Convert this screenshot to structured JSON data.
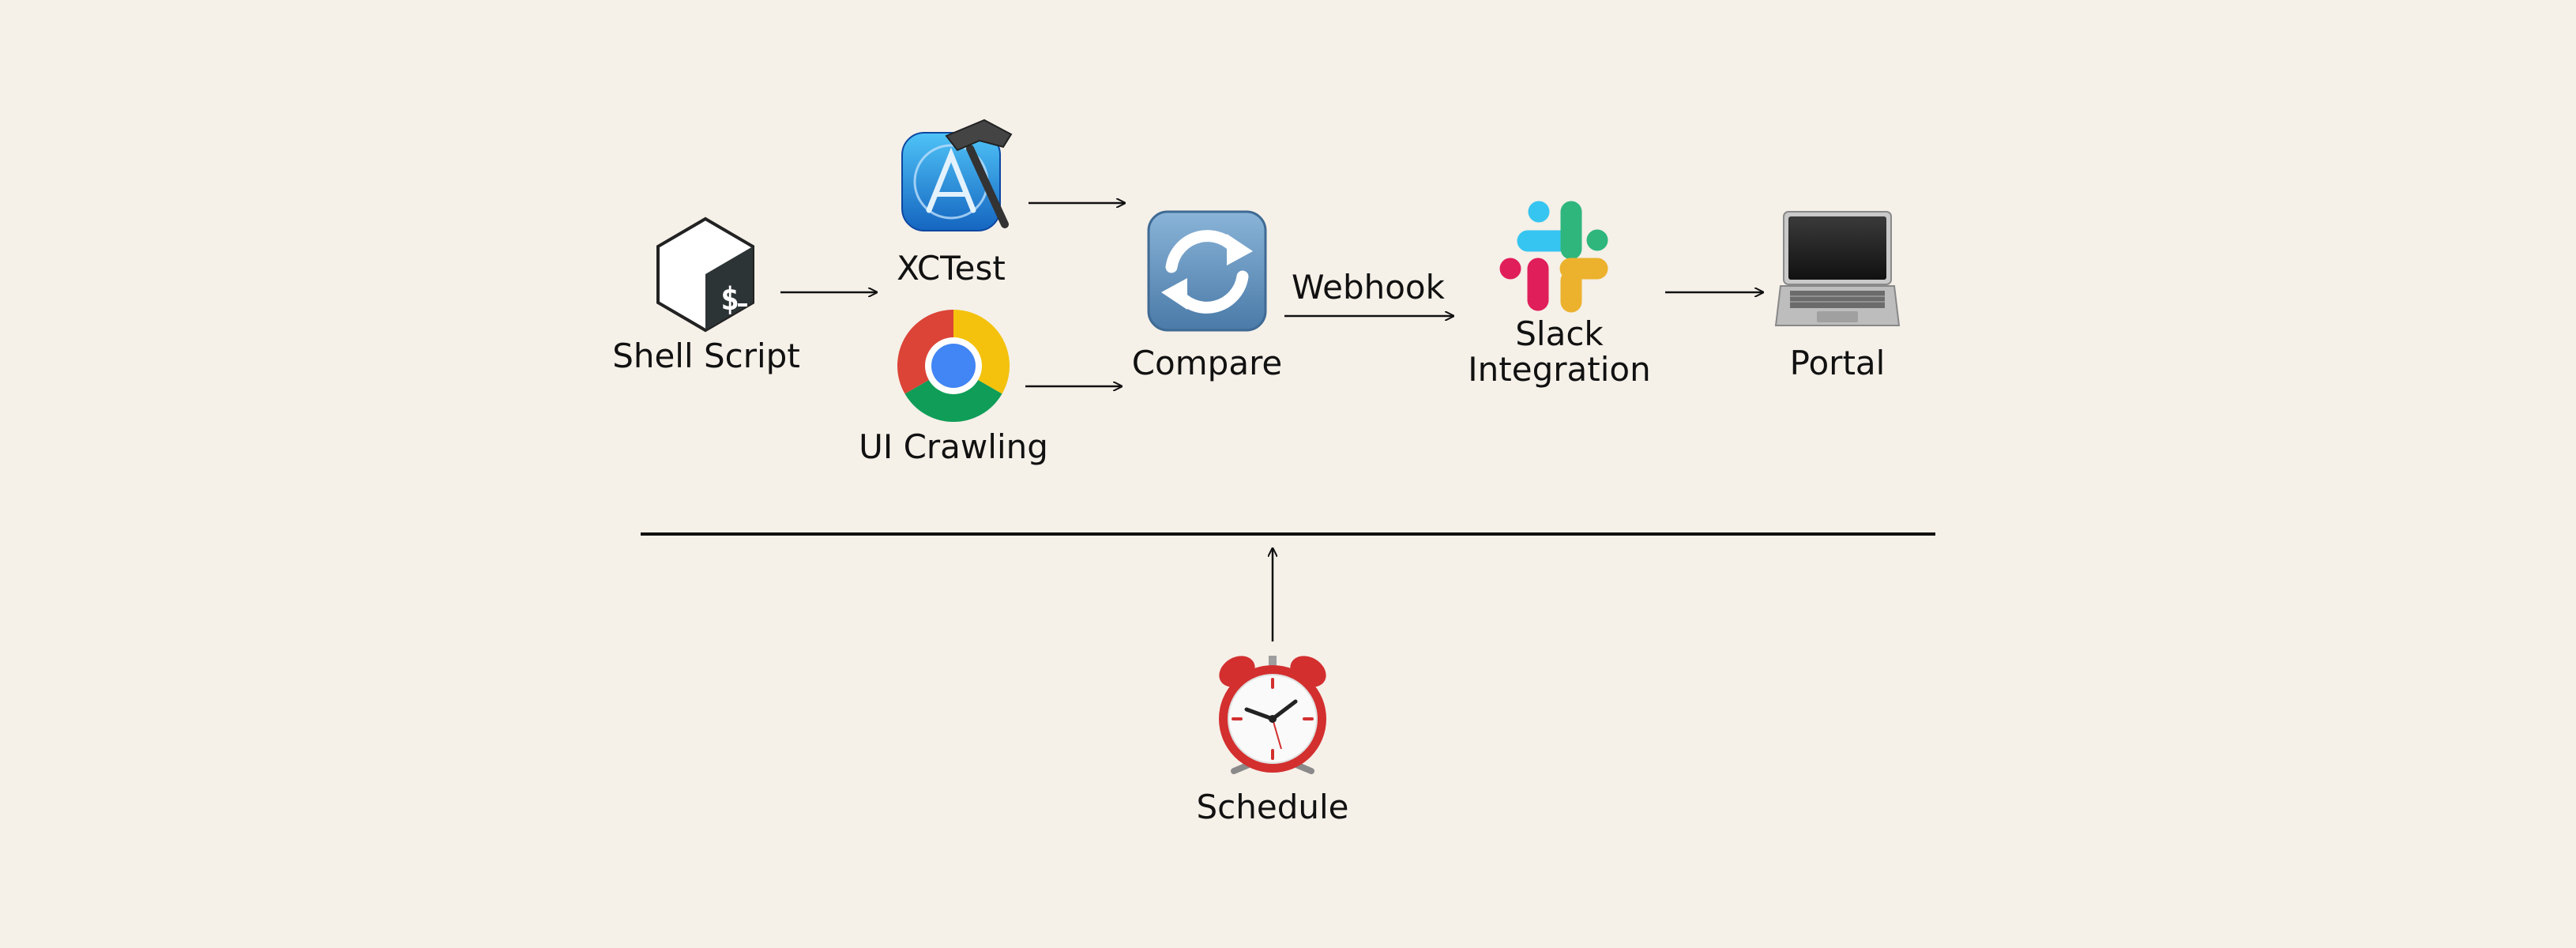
{
  "nodes": {
    "shell": "Shell Script",
    "xctest": "XCTest",
    "crawl": "UI Crawling",
    "compare": "Compare",
    "slack_line1": "Slack",
    "slack_line2": "Integration",
    "portal": "Portal",
    "schedule": "Schedule"
  },
  "edges": {
    "webhook": "Webhook"
  },
  "icons": {
    "shell": "bash-terminal-icon",
    "xctest": "xcode-icon",
    "crawl": "chrome-icon",
    "compare": "sync-arrows-icon",
    "slack": "slack-icon",
    "portal": "laptop-icon",
    "schedule": "alarm-clock-icon"
  },
  "colors": {
    "background": "#f5f0e8",
    "line": "#111111",
    "chrome_red": "#db4437",
    "chrome_yellow": "#f4c20d",
    "chrome_green": "#0f9d58",
    "chrome_blue": "#4285f4",
    "slack_blue": "#36c5f0",
    "slack_green": "#2eb67d",
    "slack_yellow": "#ecb22e",
    "slack_red": "#e01e5a",
    "xcode_blue": "#1e88e5",
    "clock_red": "#d32f2f"
  }
}
